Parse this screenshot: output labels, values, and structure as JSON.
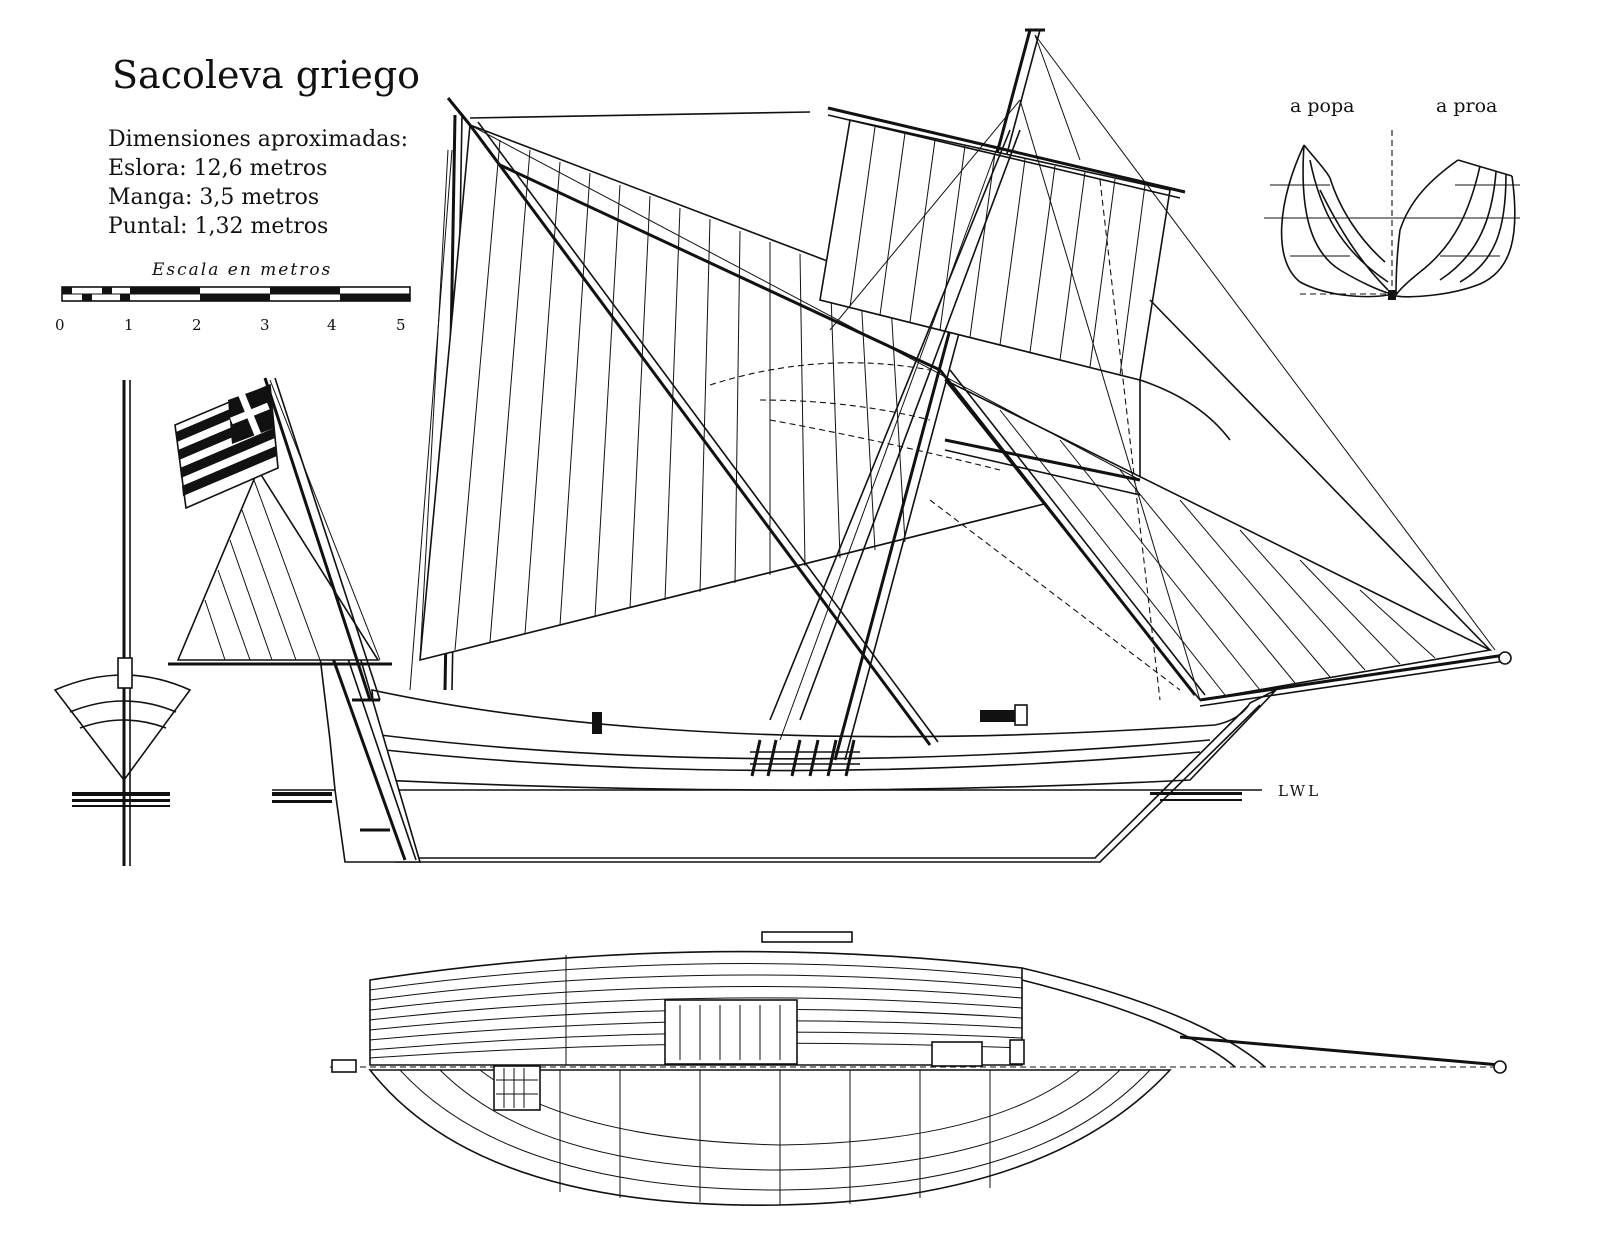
{
  "title": "Sacoleva griego",
  "dimensions": {
    "heading": "Dimensiones aproximadas:",
    "eslora": "Eslora: 12,6 metros",
    "manga": "Manga: 3,5 metros",
    "puntal": "Puntal: 1,32 metros"
  },
  "scale": {
    "caption": "Escala en metros",
    "ticks": [
      "0",
      "1",
      "2",
      "3",
      "4",
      "5"
    ]
  },
  "body_plan": {
    "stern_label": "a popa",
    "bow_label": "a proa"
  },
  "waterline_label": "LWL"
}
